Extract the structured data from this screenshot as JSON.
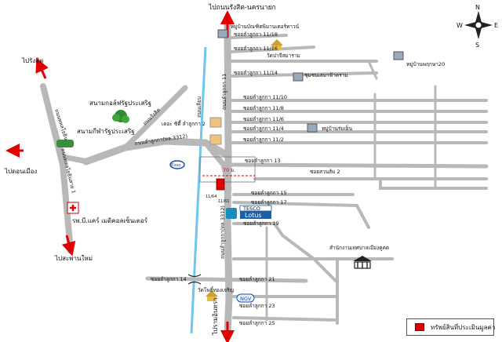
{
  "directions": {
    "north_top": "ไปถนนรังสิต-นครนายก",
    "north_left": "ไปรังสิต",
    "west": "ไปดอนเมือง",
    "south_left": "ไปสะพานใหม่",
    "south_center": "ไปรามอินทรา"
  },
  "roads": {
    "lamlukka_main": "ถนนลำลูกกา(ทล.3312)",
    "lamlukka_south": "ถนนลำลูกกา(ทล.3312)",
    "phahonyothin": "ถนนพหลโยธิน",
    "vibhavadi": "ถนนพหลโยธินสาย 1",
    "lamlukka_11": "ถนนลำลูกกา 11",
    "north_road": "ถนนรังสิต",
    "side_road": "ถนนเลียบ"
  },
  "sois": {
    "s11_18": "ซอยลำลูกกา 11/18",
    "s11_16": "ซอยลำลูกกา 11/16",
    "s11_14": "ซอยลำลูกกา 11/14",
    "s11_10": "ซอยลำลูกกา 11/10",
    "s11_8": "ซอยลำลูกกา 11/8",
    "s11_6": "ซอยลำลูกกา 11/6",
    "s11_4": "ซอยลำลูกกา 11/4",
    "s11_2": "ซอยลำลูกกา 11/2",
    "s13": "ซอยลำลูกกา 13",
    "s15": "ซอยลำลูกกา 15",
    "s17": "ซอยลำลูกกา 17",
    "s19": "ซอยลำลูกกา 19",
    "s21": "ซอยลำลูกกา 21",
    "s23": "ซอยลำลูกกา 23",
    "s25": "ซอยลำลูกกา 25",
    "s14": "ซอยลำลูกกา 14",
    "suansom": "ซอยสวนส้ม 2"
  },
  "places": {
    "village_town": "หมู่บ้านบัณฑิตพิมานเตอร์ทาวน์",
    "wat_chan": "วัดปาจีสมาราม",
    "village_pruksa": "หมู่บ้านพฤกษา20",
    "village_green": "ชุมชนเสมาฟ้าคราม",
    "village_ruen": "หมู่บ้านร่มเย็น",
    "golf": "สนามกอล์ฟรัฐประเสริฐ",
    "stadium": "สนามกีฬารัฐประเสริฐ",
    "hospital": "รพ.บี.แคร์ เมดิคอลเซ็นเตอร์",
    "district_office": "สำนักงานเทศบาลเมืองคูคต",
    "wat_south": "วัดโพธิ์ทองเจริญ",
    "dcity": "เดอะ ซิตี้ ลำลูกกา 2",
    "lotus_top": "TESCO",
    "lotus_bottom": "Lotus",
    "ngv": "NGV",
    "esso": "Esso",
    "distance": "70 ม.",
    "lot_a": "11/64",
    "lot_b": "11/61"
  },
  "legend": {
    "label": "ทรัพย์สินที่ประเมินมูลค่า"
  },
  "compass": {
    "n": "N",
    "s": "S",
    "e": "E",
    "w": "W"
  }
}
